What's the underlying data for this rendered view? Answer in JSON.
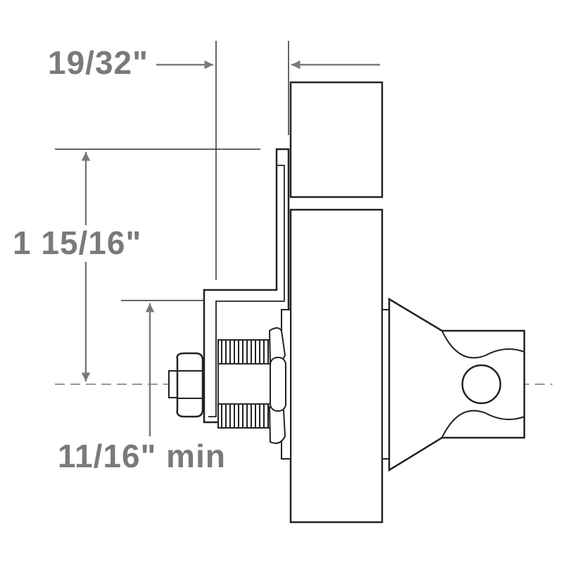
{
  "dimensions": {
    "offset_label": "19/32\"",
    "height_label": "1 15/16\"",
    "min_label": "11/16\" min"
  },
  "colors": {
    "line": "#222222",
    "dimension_gray": "#7a7a7a",
    "centerline": "#777777",
    "background": "#ffffff"
  }
}
